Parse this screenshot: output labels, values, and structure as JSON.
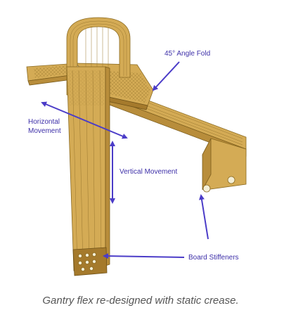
{
  "labels": {
    "angle_fold": "45° Angle Fold",
    "horizontal_movement_line1": "Horizontal",
    "horizontal_movement_line2": "Movement",
    "vertical_movement": "Vertical Movement",
    "board_stiffeners": "Board Stiffeners"
  },
  "caption": "Gantry flex re-designed with static crease.",
  "colors": {
    "flex_copper": "#d4ab55",
    "arrow": "#4b3cc8",
    "label_text": "#3d2fa8",
    "caption_text": "#555555"
  }
}
